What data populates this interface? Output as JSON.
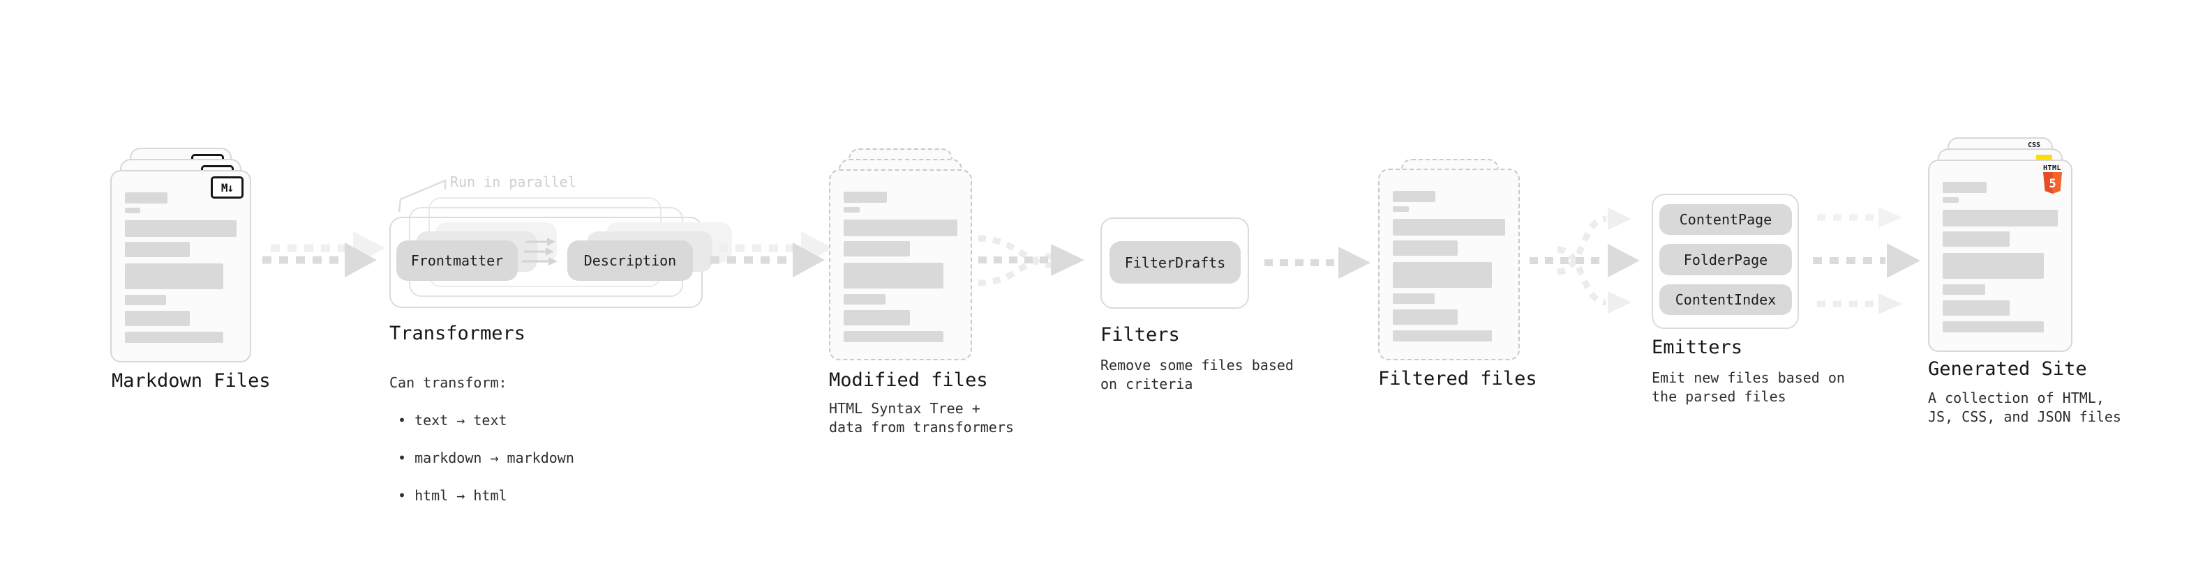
{
  "diagram": {
    "markdown_files": {
      "title": "Markdown Files",
      "badge": "M↓"
    },
    "transformers": {
      "title": "Transformers",
      "annotation": "Run in parallel",
      "pill_left": "Frontmatter",
      "pill_right": "Description",
      "body_heading": "Can transform:",
      "bullets": [
        "• text → text",
        "• markdown → markdown",
        "• html → html"
      ]
    },
    "modified_files": {
      "title": "Modified files",
      "subtitle": "HTML Syntax Tree +\ndata from transformers"
    },
    "filters": {
      "title": "Filters",
      "pill": "FilterDrafts",
      "subtitle": "Remove some files based\non criteria"
    },
    "filtered_files": {
      "title": "Filtered files"
    },
    "emitters": {
      "title": "Emitters",
      "pills": [
        "ContentPage",
        "FolderPage",
        "ContentIndex"
      ],
      "subtitle": "Emit new files based on\nthe parsed files"
    },
    "generated_site": {
      "title": "Generated Site",
      "subtitle": "A collection of HTML,\nJS, CSS, and JSON files",
      "badge_css": "CSS",
      "badge_html": "HTML",
      "badge_html_number": "5"
    }
  },
  "colors": {
    "doc_fill": "#fbfbfb",
    "doc_border": "#d7d7d7",
    "dashed_border": "#c9c9c9",
    "bar_gray": "#d9d9d9",
    "pill_gray": "#d9d9d9",
    "arrow_dark": "#dbdbdb",
    "arrow_light": "#ececec",
    "css_blue": "#2d68f3",
    "js_yellow": "#ffdd00",
    "html_orange": "#e44d26",
    "html_orange_light": "#f16529"
  }
}
